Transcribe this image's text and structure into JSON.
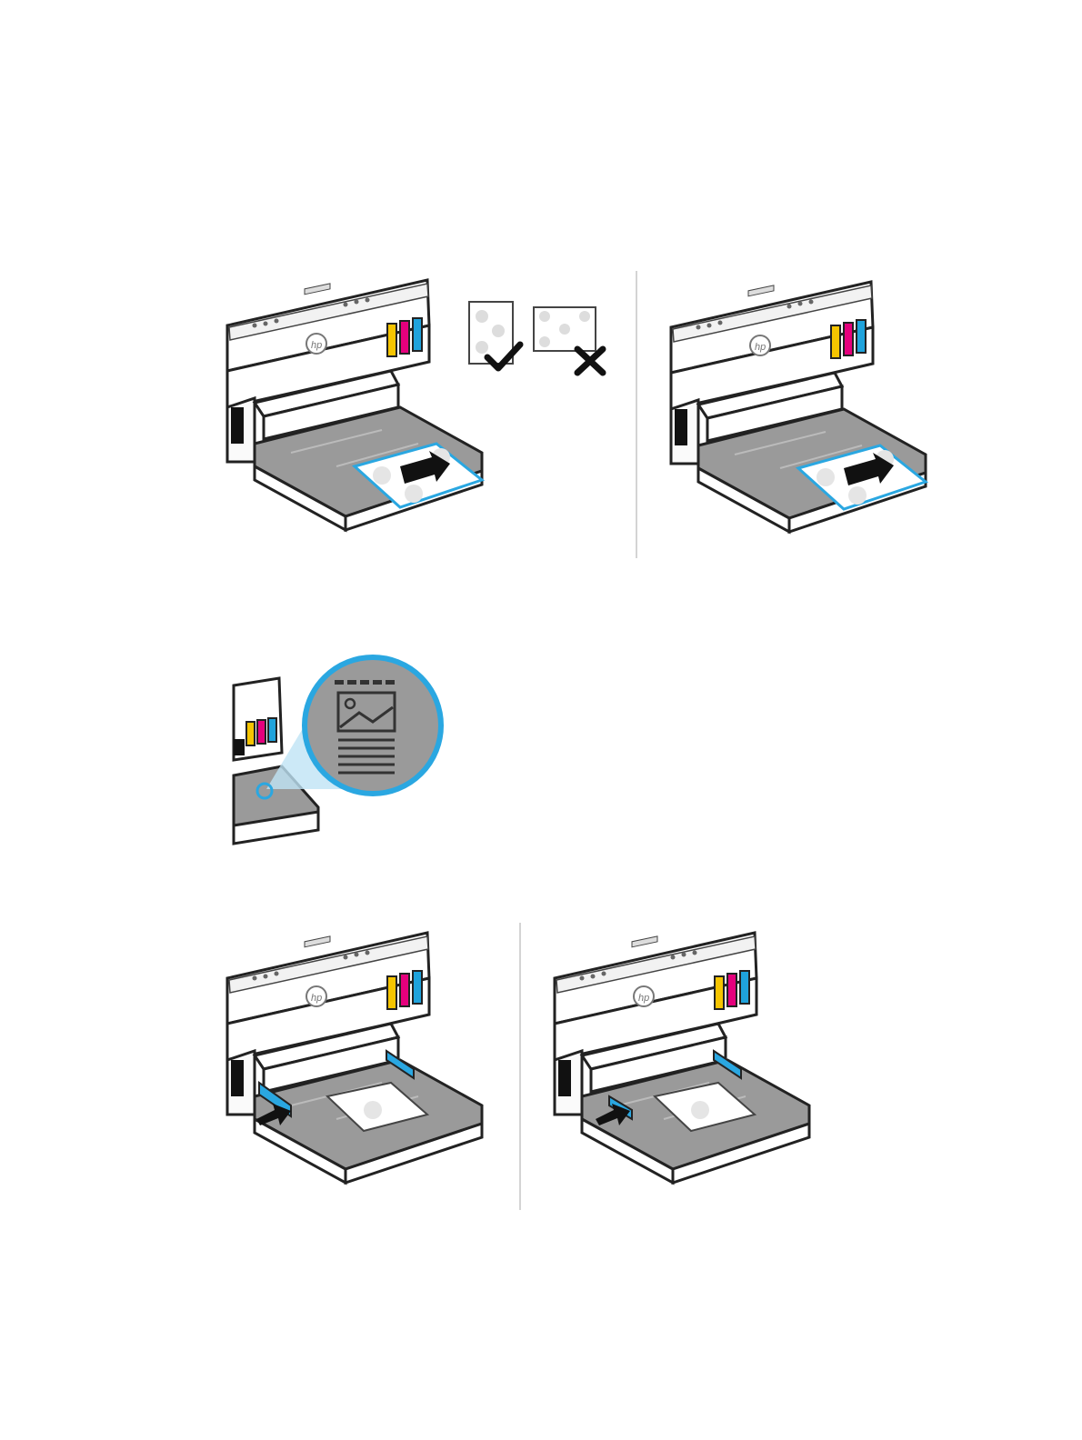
{
  "figures": {
    "load_tray_portrait": {
      "description_icon": "printer-load-paper-illustration"
    },
    "load_tray_landscape": {
      "description_icon": "printer-load-paper-illustration"
    },
    "paper_orientation": {
      "correct_icon": "checkmark-icon",
      "incorrect_icon": "x-icon"
    },
    "tray_label_callout": {
      "icon": "image-text-orientation-icon"
    },
    "adjust_guides_1": {
      "icon": "printer-paper-guide-illustration"
    },
    "adjust_guides_2": {
      "icon": "printer-paper-guide-illustration"
    }
  },
  "colors": {
    "accent_blue": "#2aa7e1",
    "ink_yellow": "#f6c500",
    "ink_magenta": "#e5007d",
    "ink_cyan": "#1fa3dc",
    "ink_black": "#111111",
    "tray_gray": "#8a8a8a",
    "callout_gray": "#9a9a9a"
  }
}
